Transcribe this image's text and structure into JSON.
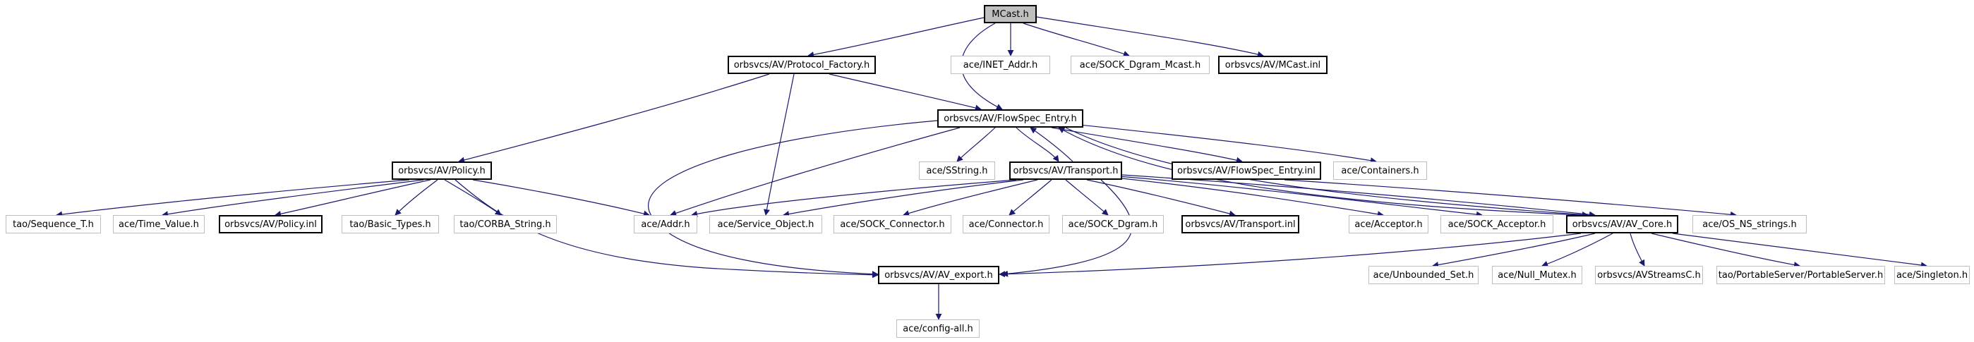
{
  "colors": {
    "edge": "#191970",
    "doc_border": "#000000",
    "undoc_border": "#bfbfbf",
    "root_fill": "#bfbfbf"
  },
  "nodes": {
    "mcast_h": "MCast.h",
    "protocol_factory_h": "orbsvcs/AV/Protocol_Factory.h",
    "inet_addr_h": "ace/INET_Addr.h",
    "sock_dgram_mcast_h": "ace/SOCK_Dgram_Mcast.h",
    "mcast_inl": "orbsvcs/AV/MCast.inl",
    "flowspec_entry_h": "orbsvcs/AV/FlowSpec_Entry.h",
    "policy_h": "orbsvcs/AV/Policy.h",
    "sstring_h": "ace/SString.h",
    "transport_h": "orbsvcs/AV/Transport.h",
    "flowspec_entry_inl": "orbsvcs/AV/FlowSpec_Entry.inl",
    "containers_h": "ace/Containers.h",
    "sequence_t_h": "tao/Sequence_T.h",
    "time_value_h": "ace/Time_Value.h",
    "policy_inl": "orbsvcs/AV/Policy.inl",
    "basic_types_h": "tao/Basic_Types.h",
    "corba_string_h": "tao/CORBA_String.h",
    "addr_h": "ace/Addr.h",
    "service_object_h": "ace/Service_Object.h",
    "sock_connector_h": "ace/SOCK_Connector.h",
    "connector_h": "ace/Connector.h",
    "sock_dgram_h": "ace/SOCK_Dgram.h",
    "transport_inl": "orbsvcs/AV/Transport.inl",
    "acceptor_h": "ace/Acceptor.h",
    "sock_acceptor_h": "ace/SOCK_Acceptor.h",
    "av_core_h": "orbsvcs/AV/AV_Core.h",
    "os_ns_strings_h": "ace/OS_NS_strings.h",
    "av_export_h": "orbsvcs/AV/AV_export.h",
    "unbounded_set_h": "ace/Unbounded_Set.h",
    "null_mutex_h": "ace/Null_Mutex.h",
    "avstreamsc_h": "orbsvcs/AVStreamsC.h",
    "portableserver_h": "tao/PortableServer/PortableServer.h",
    "singleton_h": "ace/Singleton.h",
    "config_all_h": "ace/config-all.h"
  }
}
